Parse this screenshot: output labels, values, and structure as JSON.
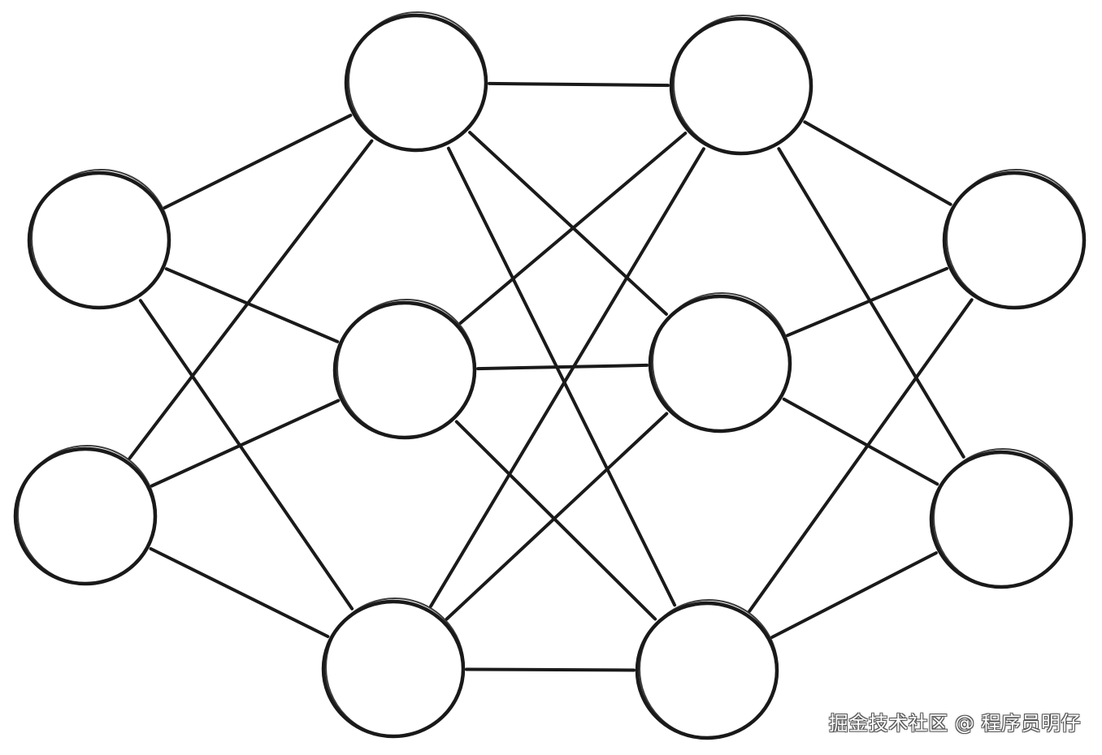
{
  "diagram": {
    "layers": [
      {
        "nodes": [
          "n1",
          "n2"
        ]
      },
      {
        "nodes": [
          "n3",
          "n4",
          "n5"
        ]
      },
      {
        "nodes": [
          "n6",
          "n7",
          "n8"
        ]
      },
      {
        "nodes": [
          "n9",
          "n10"
        ]
      }
    ],
    "edges": [
      [
        "n1",
        "n3"
      ],
      [
        "n1",
        "n4"
      ],
      [
        "n1",
        "n5"
      ],
      [
        "n2",
        "n3"
      ],
      [
        "n2",
        "n4"
      ],
      [
        "n2",
        "n5"
      ],
      [
        "n3",
        "n6"
      ],
      [
        "n3",
        "n7"
      ],
      [
        "n3",
        "n8"
      ],
      [
        "n4",
        "n6"
      ],
      [
        "n4",
        "n7"
      ],
      [
        "n4",
        "n8"
      ],
      [
        "n5",
        "n6"
      ],
      [
        "n5",
        "n7"
      ],
      [
        "n5",
        "n8"
      ],
      [
        "n6",
        "n9"
      ],
      [
        "n6",
        "n10"
      ],
      [
        "n7",
        "n9"
      ],
      [
        "n7",
        "n10"
      ],
      [
        "n8",
        "n9"
      ],
      [
        "n8",
        "n10"
      ]
    ],
    "colors": {
      "stroke": "#1a1a1a",
      "node_fill": "#ffffff",
      "background": "#ffffff"
    }
  },
  "watermark": {
    "text": "掘金技术社区 @ 程序员明仔"
  }
}
